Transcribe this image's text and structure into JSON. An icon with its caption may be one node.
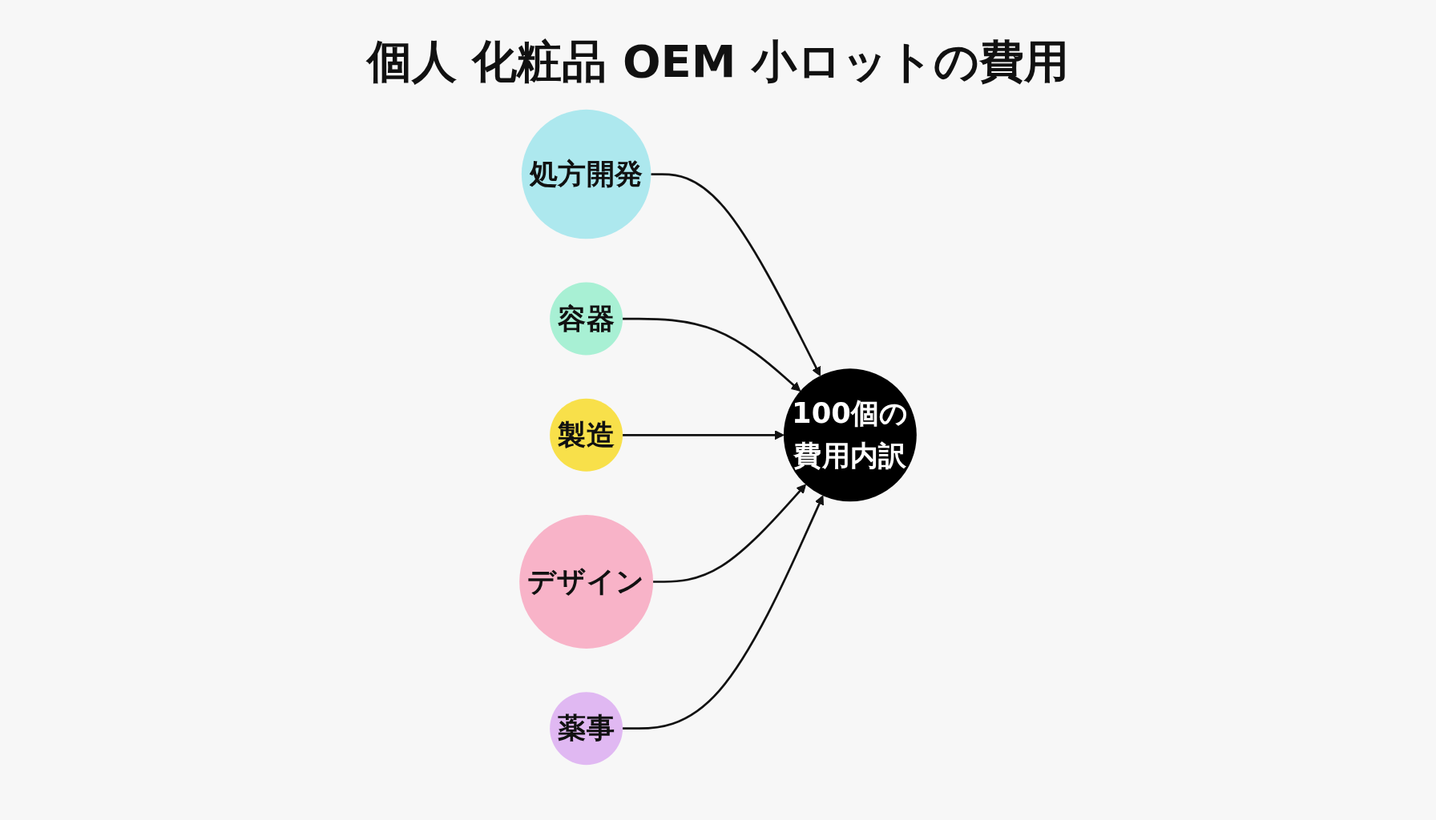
{
  "diagram": {
    "title": "個人 化粧品 OEM 小ロットの費用",
    "nodes": [
      {
        "text": [
          "処方開発"
        ]
      },
      {
        "text": [
          "容器"
        ]
      },
      {
        "text": [
          "100個の",
          "費用内訳"
        ]
      },
      {
        "text": [
          "製造"
        ]
      },
      {
        "text": [
          "デザイン"
        ]
      },
      {
        "text": [
          "薬事"
        ]
      }
    ],
    "edges": [
      {
        "from": 0,
        "to": 2,
        "arrow": "to"
      },
      {
        "from": 1,
        "to": 2,
        "arrow": "to"
      },
      {
        "from": 3,
        "to": 2,
        "arrow": "to"
      },
      {
        "from": 4,
        "to": 2,
        "arrow": "to"
      },
      {
        "from": 5,
        "to": 2,
        "arrow": "to"
      }
    ]
  }
}
